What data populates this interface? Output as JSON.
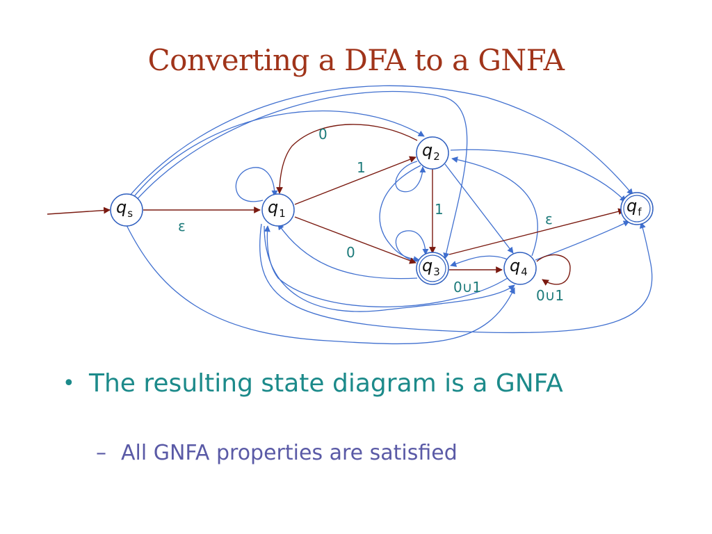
{
  "slide": {
    "title": "Converting a DFA to a GNFA",
    "bullet": "The resulting state diagram is a GNFA",
    "bullet_marker": "•",
    "subbullet": "All GNFA properties are satisfied",
    "subbullet_marker": "–"
  },
  "diagram": {
    "states": {
      "qs": {
        "symbol": "q",
        "sub": "s"
      },
      "q1": {
        "symbol": "q",
        "sub": "1"
      },
      "q2": {
        "symbol": "q",
        "sub": "2"
      },
      "q3": {
        "symbol": "q",
        "sub": "3"
      },
      "q4": {
        "symbol": "q",
        "sub": "4"
      },
      "qf": {
        "symbol": "q",
        "sub": "f"
      }
    },
    "labels": {
      "qs_q1": "ε",
      "q1_q2": "1",
      "q2_q1": "0",
      "q2_q3": "1",
      "q1_q3": "0",
      "q3_qf": "ε",
      "q3_q4": "0∪1",
      "q4_q4": "0∪1"
    }
  },
  "colors": {
    "title": "#a0341a",
    "dfa_edge": "#7a1a10",
    "gnfa_edge": "#3f6fcf",
    "label": "#1c7a7a",
    "bullet": "#1c8a8a",
    "subbullet": "#5a5aa6",
    "state_border": "#2f5fbf"
  }
}
